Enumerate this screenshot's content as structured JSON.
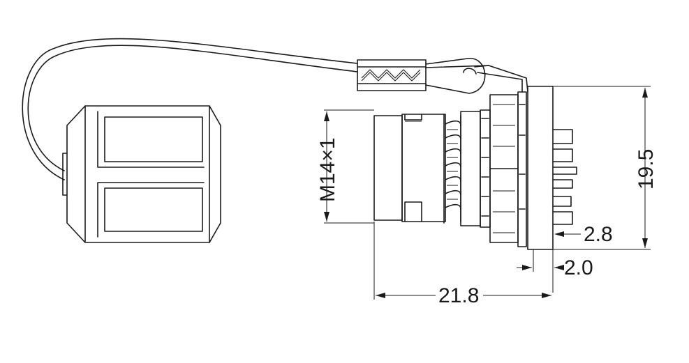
{
  "dimensions": {
    "thread": "M14×1",
    "total_height": "19.5",
    "depth_a": "2.8",
    "depth_b": "2.0",
    "total_length": "21.8"
  }
}
